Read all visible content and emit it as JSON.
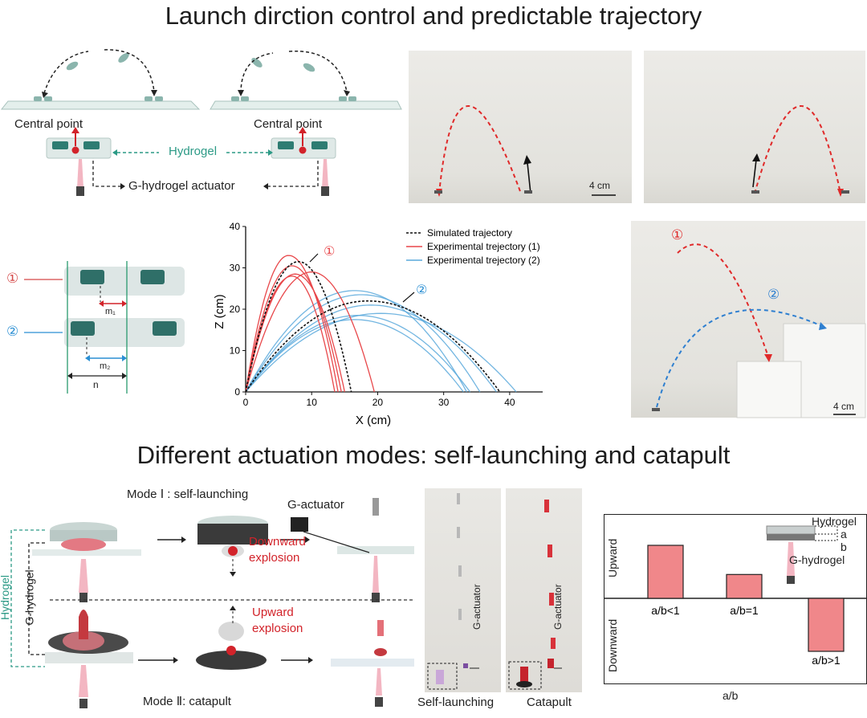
{
  "titles": {
    "top": "Launch dirction control and predictable trajectory",
    "bottom": "Different actuation modes: self-launching and catapult"
  },
  "panel_a": {
    "central_point_left": "Central point",
    "central_point_right": "Central point",
    "hydrogel": "Hydrogel",
    "actuator": "G-hydrogel actuator"
  },
  "photos_top": {
    "scale_bar": "4 cm"
  },
  "panel_geometry": {
    "marker1": "①",
    "marker2": "②",
    "m1": "m₁",
    "m2": "m₂",
    "n": "n"
  },
  "photo_mid": {
    "scale_bar": "4 cm",
    "marker1": "①",
    "marker2": "②"
  },
  "chart_data": {
    "type": "line",
    "xlabel": "X (cm)",
    "ylabel": "Z (cm)",
    "xlim": [
      0,
      45
    ],
    "ylim": [
      0,
      40
    ],
    "xticks": [
      0,
      10,
      20,
      30,
      40
    ],
    "yticks": [
      0,
      10,
      20,
      30,
      40
    ],
    "legend_position": "top-right",
    "legend": [
      "Simulated trajectory",
      "Experimental trejectory (1)",
      "Experimental trejectory (2)"
    ],
    "annotations": [
      "①",
      "②"
    ],
    "colors": {
      "simulated": "#111111",
      "exp1": "#e8474a",
      "exp2": "#5aa9dc"
    },
    "series": [
      {
        "name": "Simulated trajectory",
        "group": "simulated",
        "range": 16.0,
        "apex_x": 8.0,
        "apex_z": 31.5
      },
      {
        "name": "Simulated trajectory",
        "group": "simulated",
        "range": 38.5,
        "apex_x": 18.5,
        "apex_z": 22.0
      },
      {
        "name": "Experimental trejectory (1)",
        "group": "exp1",
        "range": 14.0,
        "apex_x": 6.5,
        "apex_z": 33.0
      },
      {
        "group": "exp1",
        "range": 14.5,
        "apex_x": 7.0,
        "apex_z": 30.5
      },
      {
        "group": "exp1",
        "range": 15.0,
        "apex_x": 7.5,
        "apex_z": 28.5
      },
      {
        "group": "exp1",
        "range": 13.5,
        "apex_x": 7.0,
        "apex_z": 28.0
      },
      {
        "group": "exp1",
        "range": 19.5,
        "apex_x": 10.0,
        "apex_z": 29.0
      },
      {
        "name": "Experimental trejectory (2)",
        "group": "exp2",
        "range": 33.5,
        "apex_x": 16.5,
        "apex_z": 24.5
      },
      {
        "group": "exp2",
        "range": 35.5,
        "apex_x": 17.5,
        "apex_z": 23.5
      },
      {
        "group": "exp2",
        "range": 38.0,
        "apex_x": 19.0,
        "apex_z": 21.0
      },
      {
        "group": "exp2",
        "range": 41.0,
        "apex_x": 20.5,
        "apex_z": 19.0
      },
      {
        "group": "exp2",
        "range": 34.0,
        "apex_x": 17.0,
        "apex_z": 18.5
      },
      {
        "group": "exp2",
        "range": 33.0,
        "apex_x": 16.5,
        "apex_z": 17.5
      }
    ]
  },
  "modes": {
    "mode1": "Mode Ⅰ : self-launching",
    "mode2": "Mode Ⅱ: catapult",
    "g_actuator": "G-actuator",
    "downward": "Downward",
    "downward2": "explosion",
    "upward": "Upward",
    "upward2": "explosion",
    "hydrogel_side": "Hydrogel",
    "g_hydrogel_side": "G-hydrogel"
  },
  "photos_bottom": {
    "g_actuator_left": "G-actuator",
    "g_actuator_right": "G-actuator",
    "self_launching": "Self-launching",
    "catapult": "Catapult"
  },
  "bar_chart": {
    "upward": "Upward",
    "downward": "Downward",
    "xlabel": "a/b",
    "legend_hydrogel": "Hydrogel",
    "legend_g_hydrogel": "G-hydrogel",
    "legend_a": "a",
    "legend_b": "b",
    "categories": [
      "a/b<1",
      "a/b=1",
      "a/b>1"
    ],
    "values": [
      1.0,
      0.45,
      -1.0
    ],
    "bar_color": "#f0878a"
  }
}
